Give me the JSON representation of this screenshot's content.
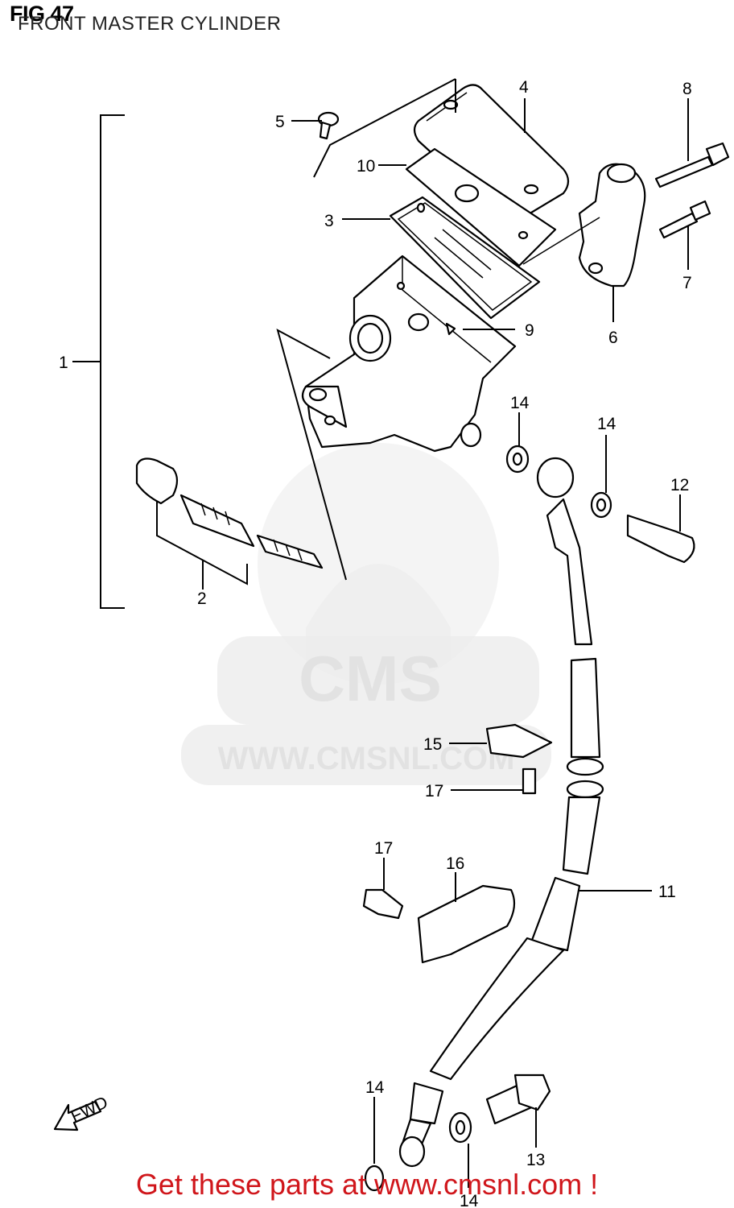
{
  "header": {
    "title": "FIG 47",
    "subtitle": "FRONT MASTER CYLINDER"
  },
  "watermark": {
    "brand": "CMS",
    "url": "WWW.CMSNL.COM"
  },
  "fwd_label": "FWD",
  "callouts": [
    "1",
    "2",
    "3",
    "4",
    "5",
    "6",
    "7",
    "8",
    "9",
    "10",
    "11",
    "12",
    "13",
    "14",
    "14",
    "14",
    "14",
    "15",
    "16",
    "17",
    "17"
  ],
  "footer": {
    "text": "Get these parts at www.cmsnl.com !",
    "color": "#d0161b"
  }
}
